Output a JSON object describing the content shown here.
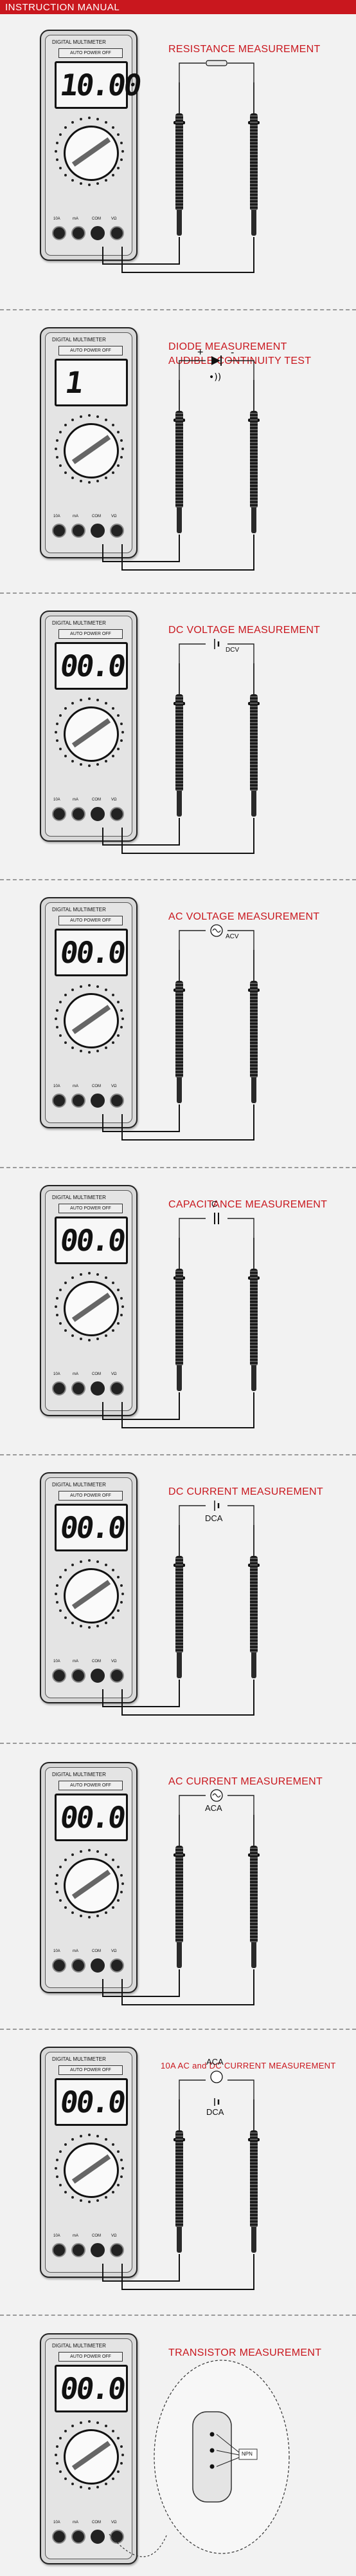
{
  "header": {
    "title": "INSTRUCTION MANUAL"
  },
  "meter": {
    "brand": "DIGITAL MULTIMETER",
    "auto_power": "AUTO POWER OFF"
  },
  "colors": {
    "accent": "#c9171e",
    "background": "#f2f2f2"
  },
  "sections": [
    {
      "title": "RESISTANCE MEASUREMENT",
      "display": "10.00",
      "component": "resistor"
    },
    {
      "title": "DIODE MEASUREMENT",
      "title2": "AUDIBLE CONTINUITY TEST",
      "display": "1",
      "component": "diode"
    },
    {
      "title": "DC VOLTAGE MEASUREMENT",
      "display": "00.0",
      "component": "dc-voltage",
      "component_label": "DCV"
    },
    {
      "title": "AC VOLTAGE MEASUREMENT",
      "display": "00.0",
      "component": "ac-voltage",
      "component_label": "ACV"
    },
    {
      "title": "CAPACITANCE MEASUREMENT",
      "display": "00.0",
      "component": "capacitor",
      "component_label": "C"
    },
    {
      "title": "DC CURRENT MEASUREMENT",
      "display": "00.0",
      "component": "dc-current",
      "component_label": "DCA"
    },
    {
      "title": "AC CURRENT MEASUREMENT",
      "display": "00.0",
      "component": "ac-current",
      "component_label": "ACA"
    },
    {
      "title": "10A  AC and  DC CURRENT MEASUREMENT",
      "display": "00.0",
      "component": "10a-current",
      "component_label": "ACA",
      "component_label2": "DCA"
    },
    {
      "title": "TRANSISTOR MEASUREMENT",
      "display": "00.0",
      "component": "transistor",
      "component_label": "NPN"
    }
  ]
}
